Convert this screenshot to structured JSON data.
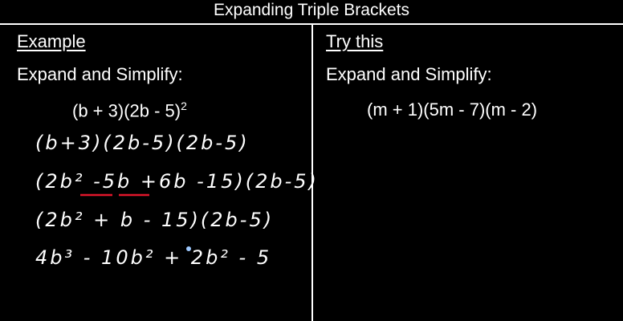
{
  "title": "Expanding Triple Brackets",
  "left": {
    "heading": "Example",
    "instruction": "Expand and Simplify:",
    "problem": "(b + 3)(2b - 5)",
    "problem_exponent": "2",
    "work_lines": [
      "(b+3)(2b-5)(2b-5)",
      "(2b² -5b +6b -15)(2b-5)",
      "(2b² + b - 15)(2b-5)",
      "4b³ - 10b² + 2b² - 5"
    ],
    "underline_color": "#e0162b"
  },
  "right": {
    "heading": "Try this",
    "instruction": "Expand and Simplify:",
    "problem": "(m + 1)(5m - 7)(m - 2)"
  }
}
